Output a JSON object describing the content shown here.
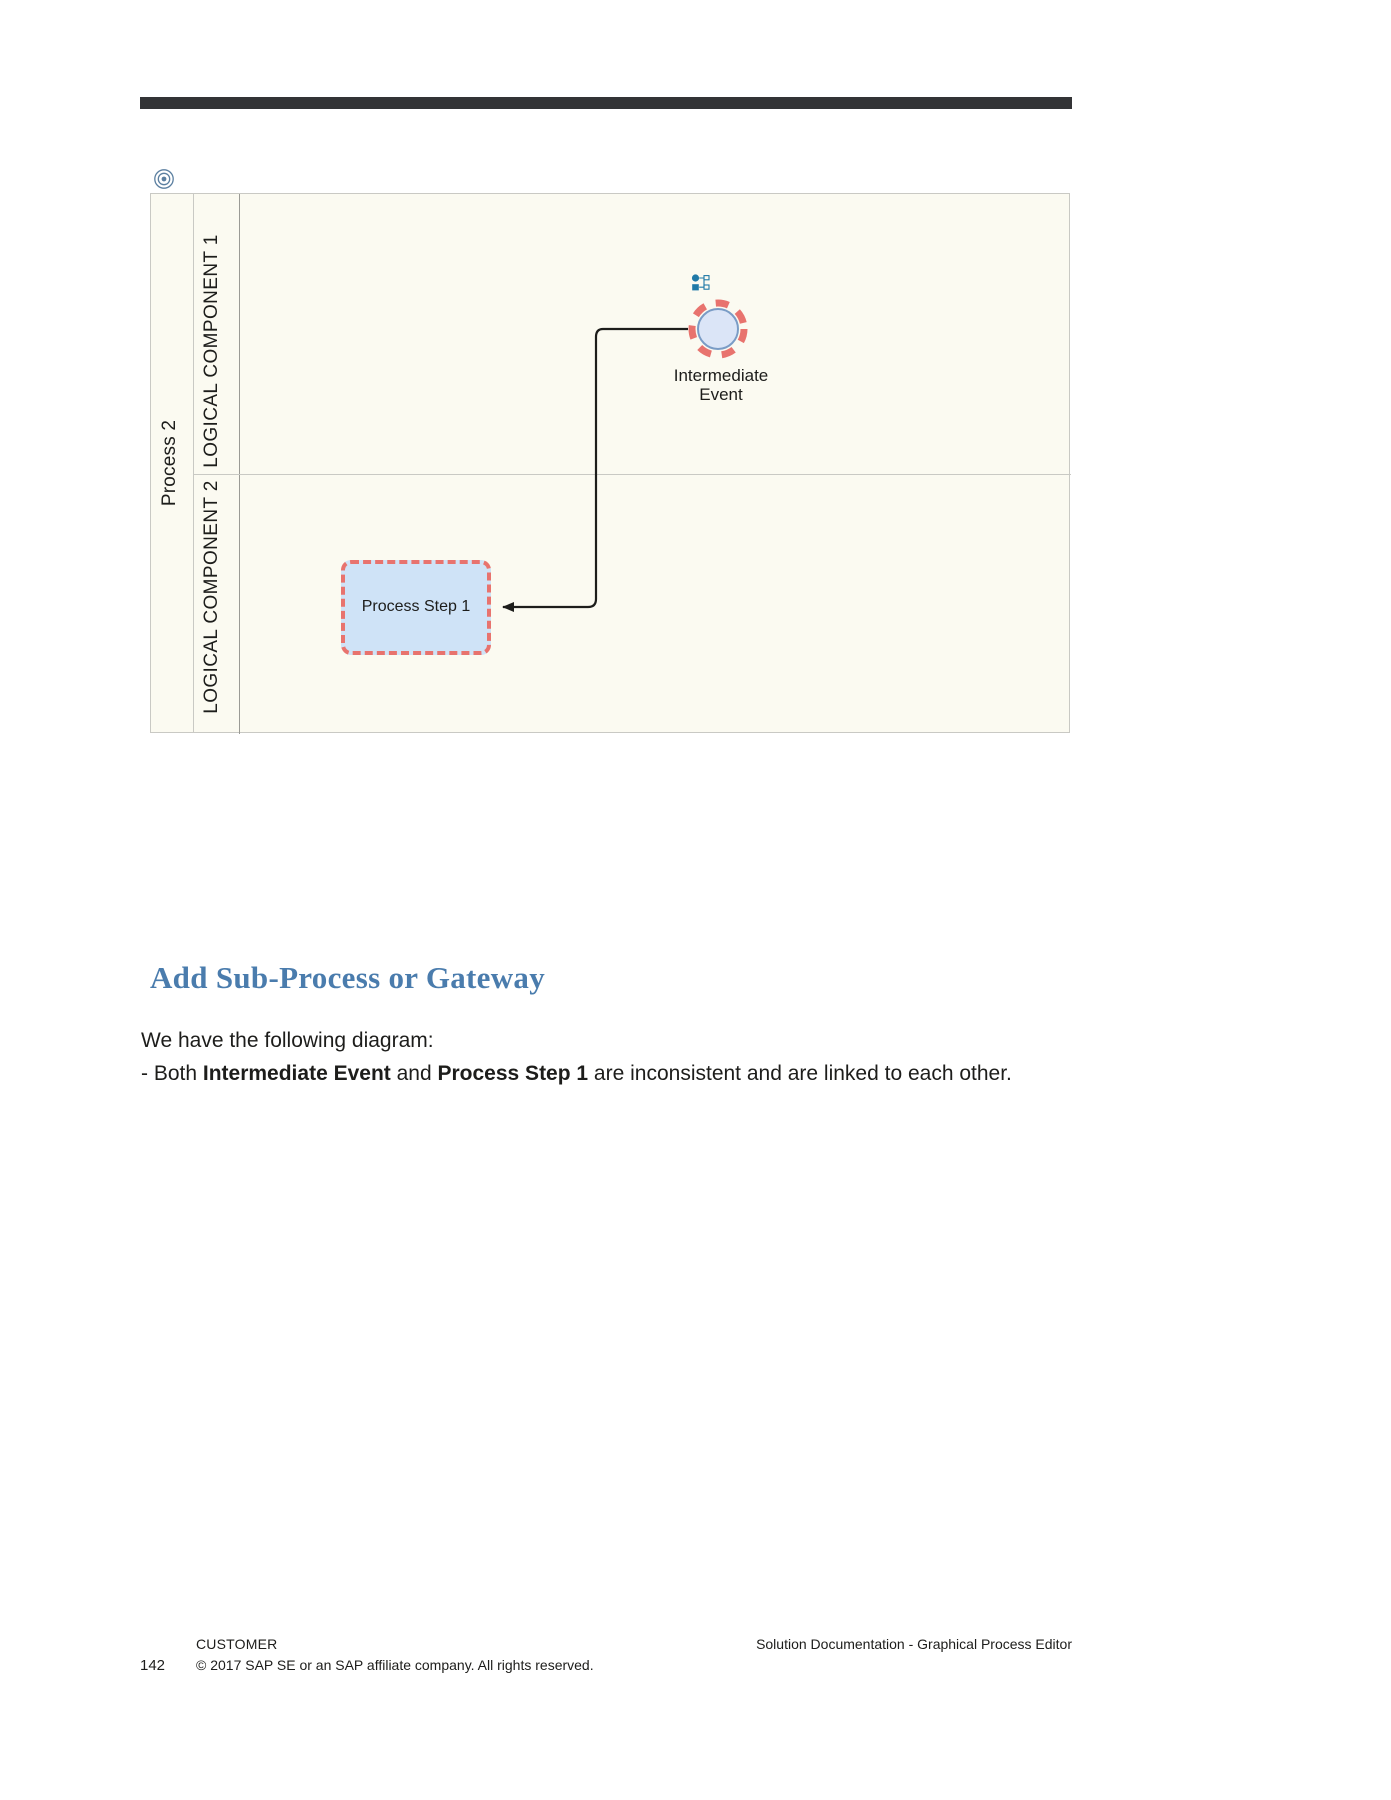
{
  "page": {
    "number": "142",
    "header_rule_color": "#333436"
  },
  "diagram": {
    "anchor_icon": "target-icon",
    "pool": {
      "label": "Process 2",
      "background": "#fbfaf1",
      "border_color": "#c9c9c4"
    },
    "lanes": [
      {
        "title": "LOGICAL COMPONENT 1"
      },
      {
        "title": "LOGICAL COMPONENT 2"
      }
    ],
    "nodes": {
      "intermediate_event": {
        "label_line_1": "Intermediate",
        "label_line_2": "Event",
        "shape": "circle",
        "fill": "#dbe5f7",
        "stroke": "#7a9cc6",
        "error_marker_color": "#e8736e",
        "badge_icon": "assignment-icon",
        "badge_color": "#1f79a7"
      },
      "process_step": {
        "label": "Process Step 1",
        "shape": "rounded-rectangle",
        "fill": "#cfe3f7",
        "error_border_color": "#e8736e"
      }
    },
    "connector": {
      "from": "Intermediate Event",
      "to": "Process Step 1",
      "style": "elbow",
      "color": "#1d1d1b",
      "arrowhead": "filled-triangle"
    }
  },
  "content": {
    "heading": "Add Sub-Process or Gateway",
    "heading_color": "#4a7cad",
    "paragraph_1": "We have the following diagram:",
    "paragraph_2": {
      "prefix": "- Both ",
      "bold_1": "Intermediate Event",
      "middle": " and ",
      "bold_2": "Process Step 1",
      "suffix": " are inconsistent and are linked to each other."
    }
  },
  "footer": {
    "page_number": "142",
    "audience": "CUSTOMER",
    "copyright": "© 2017 SAP SE or an SAP affiliate company. All rights reserved.",
    "doc_title": "Solution Documentation - Graphical Process Editor"
  }
}
